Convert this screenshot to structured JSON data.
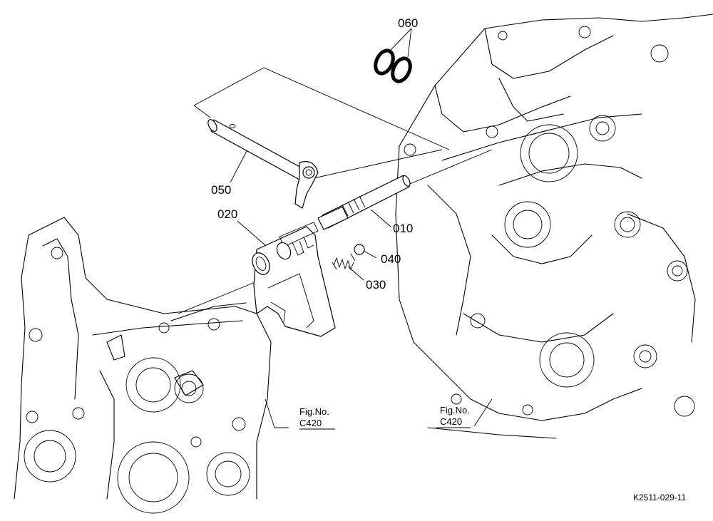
{
  "callouts": {
    "p060": "060",
    "p050": "050",
    "p020": "020",
    "p010": "010",
    "p040": "040",
    "p030": "030"
  },
  "fig_refs": {
    "left": {
      "line1": "Fig.No.",
      "line2": "C420"
    },
    "right": {
      "line1": "Fig.No.",
      "line2": "C420"
    }
  },
  "drawing_code": "K2511-029-11"
}
